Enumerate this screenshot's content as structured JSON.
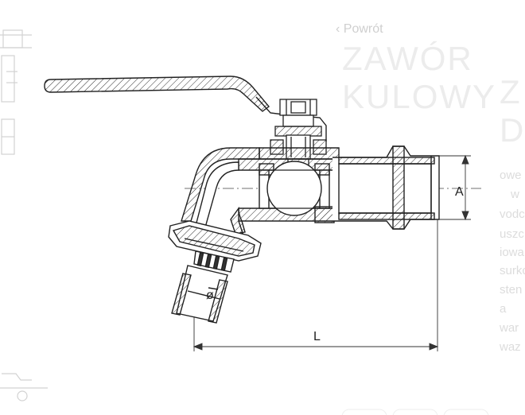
{
  "page": {
    "back_link": "‹ Powrót",
    "heading_line1": "ZAWÓR KULOWY",
    "heading_line2": "Z D",
    "description_lines": [
      "owe",
      "w",
      "vodc",
      "uszc",
      "iowa",
      "surkc",
      "sten",
      "a",
      "war",
      "waz"
    ]
  },
  "diagram": {
    "labels": {
      "dim_a": "A",
      "dim_l": "L",
      "dim_diameter": "ø"
    }
  }
}
